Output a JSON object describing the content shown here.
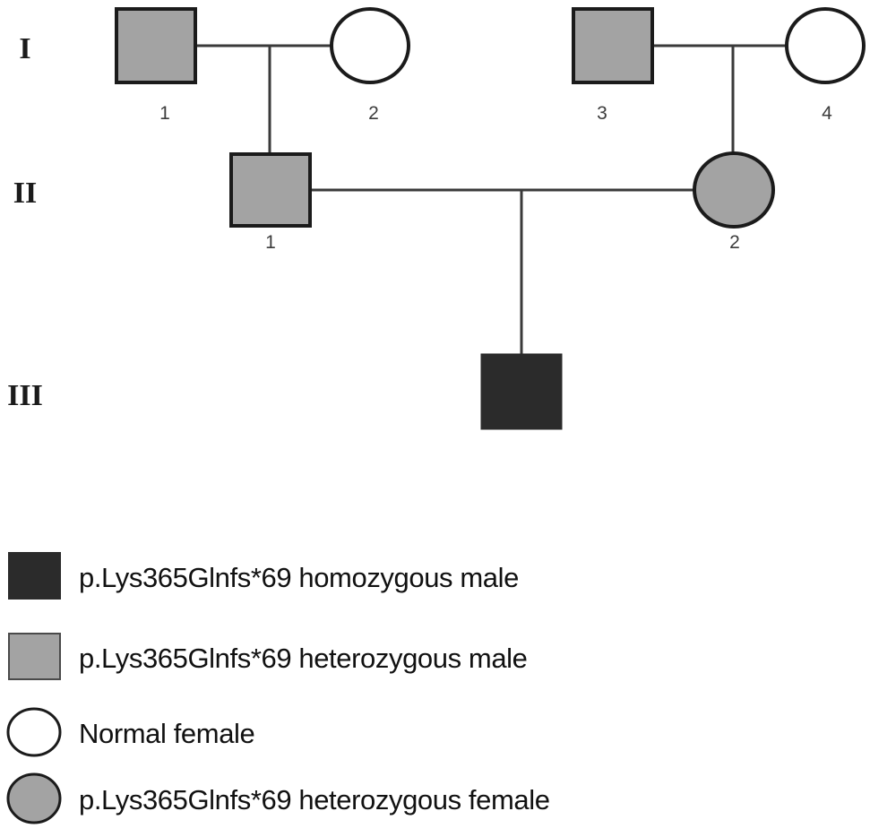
{
  "figure": {
    "type": "pedigree-chart",
    "title": "",
    "background_color": "#ffffff"
  },
  "colors": {
    "affected_fill": "#2b2b2b",
    "carrier_fill": "#a3a3a3",
    "normal_fill": "#ffffff",
    "stroke": "#1b1b1b",
    "line": "#3a3a3a",
    "number_text": "#3c3c3c",
    "legend_text": "#111111"
  },
  "generations": [
    {
      "id": "gen-1",
      "label": "I"
    },
    {
      "id": "gen-2",
      "label": "II"
    },
    {
      "id": "gen-3",
      "label": "III"
    }
  ],
  "individuals": [
    {
      "id": "I-1",
      "generation": "I",
      "number": "1",
      "sex": "male",
      "shape": "square",
      "status": "heterozygous",
      "fill": "#a3a3a3"
    },
    {
      "id": "I-2",
      "generation": "I",
      "number": "2",
      "sex": "female",
      "shape": "circle",
      "status": "normal",
      "fill": "#ffffff"
    },
    {
      "id": "I-3",
      "generation": "I",
      "number": "3",
      "sex": "male",
      "shape": "square",
      "status": "heterozygous",
      "fill": "#a3a3a3"
    },
    {
      "id": "I-4",
      "generation": "I",
      "number": "4",
      "sex": "female",
      "shape": "circle",
      "status": "normal",
      "fill": "#ffffff"
    },
    {
      "id": "II-1",
      "generation": "II",
      "number": "1",
      "sex": "male",
      "shape": "square",
      "status": "heterozygous",
      "fill": "#a3a3a3"
    },
    {
      "id": "II-2",
      "generation": "II",
      "number": "2",
      "sex": "female",
      "shape": "circle",
      "status": "heterozygous",
      "fill": "#a3a3a3"
    },
    {
      "id": "III-1",
      "generation": "III",
      "number": "",
      "sex": "male",
      "shape": "square",
      "status": "homozygous",
      "fill": "#2b2b2b"
    }
  ],
  "relationships": [
    {
      "id": "mating-I-1-I-2",
      "type": "mating",
      "partners": [
        "I-1",
        "I-2"
      ],
      "children": [
        "II-1"
      ]
    },
    {
      "id": "mating-I-3-I-4",
      "type": "mating",
      "partners": [
        "I-3",
        "I-4"
      ],
      "children": [
        "II-2"
      ]
    },
    {
      "id": "mating-II-1-II-2",
      "type": "mating",
      "partners": [
        "II-1",
        "II-2"
      ],
      "children": [
        "III-1"
      ]
    }
  ],
  "legend": {
    "items": [
      {
        "id": "legend-homozygous-male",
        "shape": "square",
        "fill": "#2b2b2b",
        "label": "p.Lys365Glnfs*69 homozygous male"
      },
      {
        "id": "legend-heterozygous-male",
        "shape": "square",
        "fill": "#a3a3a3",
        "label": "p.Lys365Glnfs*69 heterozygous male"
      },
      {
        "id": "legend-normal-female",
        "shape": "circle",
        "fill": "#ffffff",
        "label": "Normal female"
      },
      {
        "id": "legend-heterozygous-female",
        "shape": "circle",
        "fill": "#a3a3a3",
        "label": "p.Lys365Glnfs*69 heterozygous female"
      }
    ]
  }
}
